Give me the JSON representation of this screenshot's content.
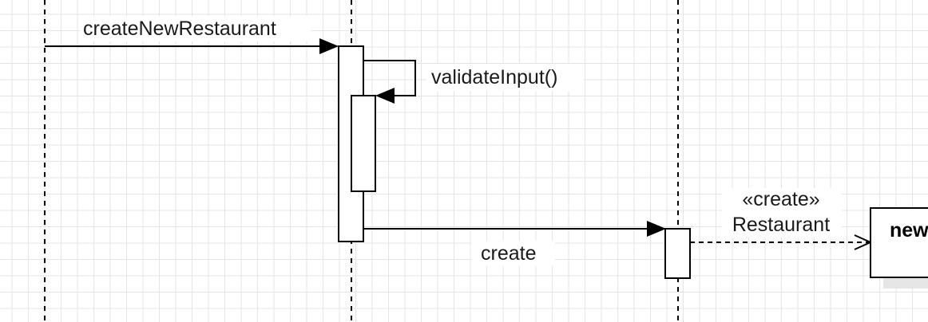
{
  "diagram": {
    "messages": {
      "create_new_restaurant": "createNewRestaurant",
      "validate_input": "validateInput()",
      "create": "create",
      "stereotype": "«create»",
      "create_target": "Restaurant"
    },
    "objects": {
      "new_object_label": "new"
    }
  }
}
